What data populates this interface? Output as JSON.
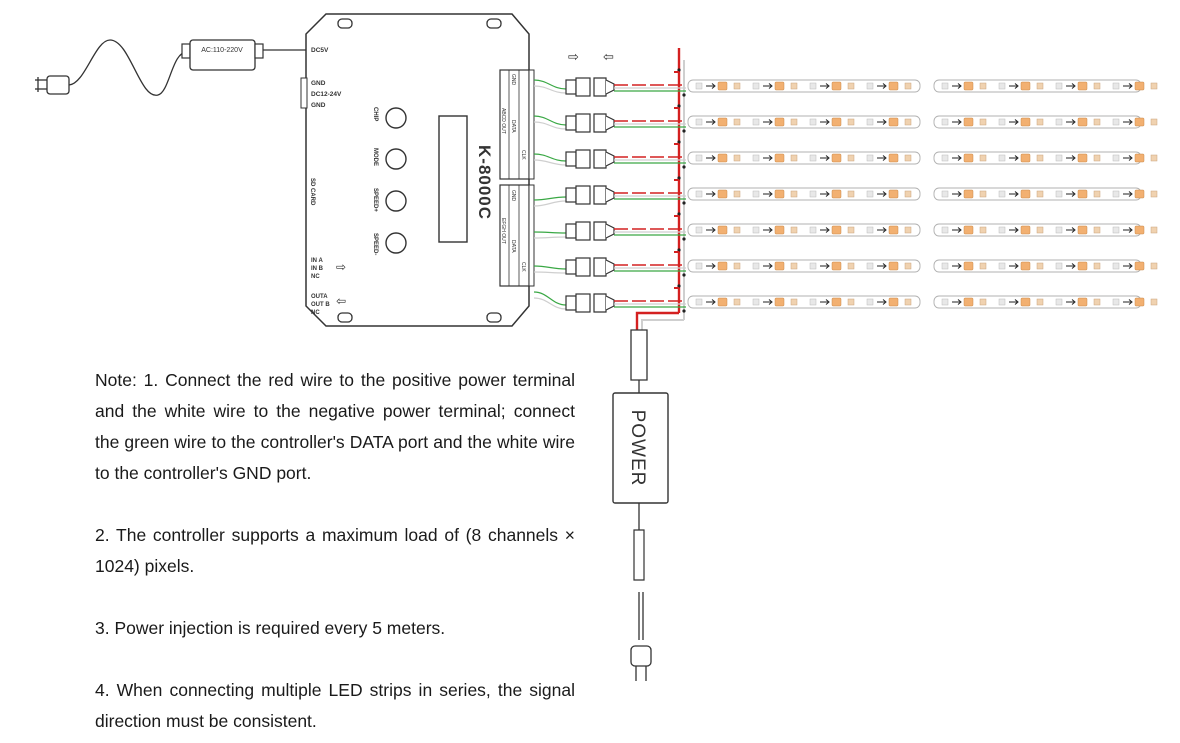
{
  "controller": {
    "model": "K-8000C",
    "adapter_label": "AC:110-220V",
    "port_dc5v": "DC5V",
    "left_ports": [
      "GND",
      "DC12-24V",
      "GND"
    ],
    "button_labels": [
      "CHIP",
      "MODE",
      "SPEED+",
      "SPEED-"
    ],
    "sd_card": "SD CARD",
    "in_ports": [
      "IN A",
      "IN B",
      "NC"
    ],
    "out_ports": [
      "OUTA",
      "OUT B",
      "NC"
    ],
    "terminal_labels": [
      "ABCD OUT",
      "EFGH OUT"
    ],
    "terminal_pins": [
      "GND",
      "DATA",
      "CLK"
    ]
  },
  "signal_arrows": [
    "⇨",
    "⇦"
  ],
  "power_label": "POWER",
  "strip_count": 7,
  "notes": [
    "Note: 1. Connect the red wire to the positive power terminal and the white wire to the negative power terminal; connect the green wire to the controller's DATA port and the white wire to the controller's GND port.",
    "2. The controller supports a maximum load of (8 channels × 1024) pixels.",
    "3. Power injection is required every 5 meters.",
    "4. When connecting multiple LED strips in series, the signal direction must be consistent."
  ],
  "colors": {
    "red_wire": "#d42020",
    "green_wire": "#3aa845",
    "white_wire": "#cfcfcf",
    "line": "#333333",
    "led_chip": "#f2b071",
    "strip_outline": "#b0b0b0"
  }
}
